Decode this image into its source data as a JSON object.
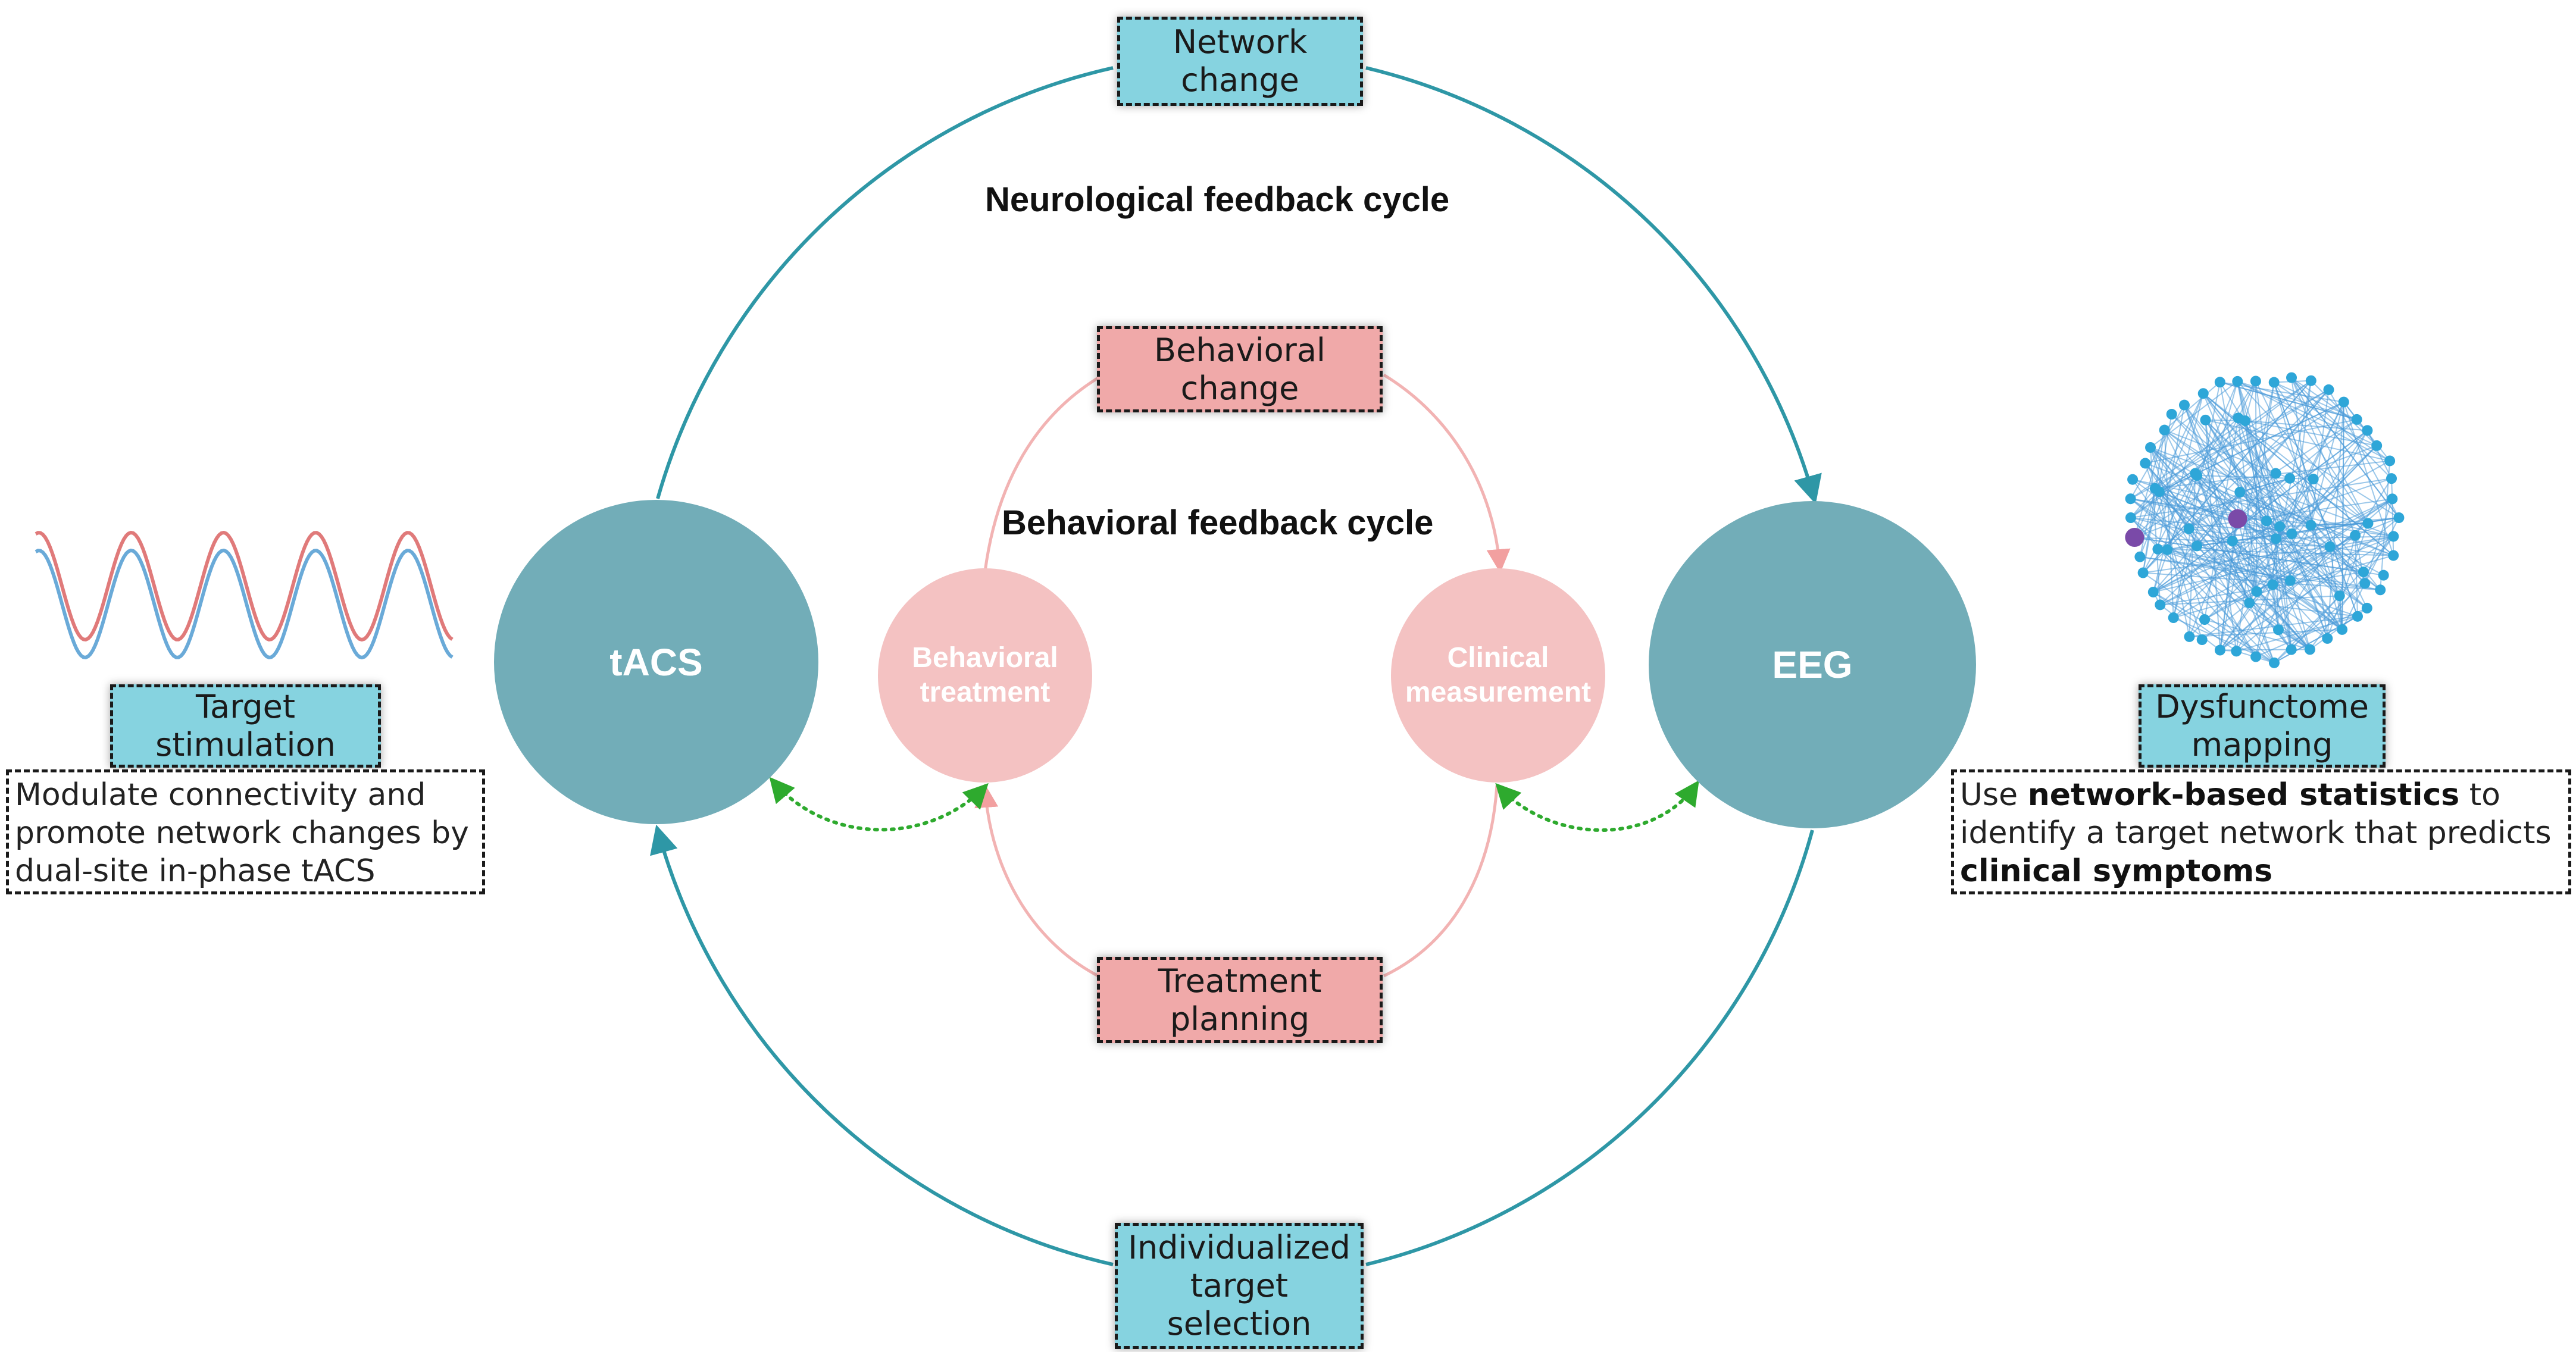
{
  "titles": {
    "neurological_cycle": "Neurological feedback cycle",
    "behavioral_cycle": "Behavioral feedback cycle"
  },
  "outer_boxes": {
    "network_change": "Network\nchange",
    "individualized_target_selection": "Individualized\ntarget\nselection",
    "target_stimulation": "Target\nstimulation",
    "dysfunctome_mapping": "Dysfunctome\nmapping"
  },
  "inner_boxes": {
    "behavioral_change": "Behavioral\nchange",
    "treatment_planning": "Treatment\nplanning"
  },
  "nodes": {
    "tacs": "tACS",
    "eeg": "EEG",
    "behavioral_treatment": "Behavioral\ntreatment",
    "clinical_measurement": "Clinical\nmeasurement"
  },
  "descriptions": {
    "left": "Modulate connectivity and promote network changes by dual-site in-phase tACS",
    "right_prefix": "Use ",
    "right_bold_1": "network-based statistics",
    "right_mid": " to identify a target network that predicts ",
    "right_bold_2": "clinical symptoms"
  },
  "colors": {
    "outer_ring": "#2e97a6",
    "inner_ring": "#f2b3b3",
    "big_node": "#72adb8",
    "small_node": "#f4c2c2",
    "teal_box": "#86d3e0",
    "pink_box": "#f0a9a9",
    "dotted_link": "#2eaa2e",
    "wave_red": "#e07a7a",
    "wave_blue": "#6aaad8",
    "network_blue": "#4a9ad8"
  },
  "icons": {
    "sine_wave": "dual-sine-wave-icon",
    "brain_network": "brain-network-graph-icon"
  }
}
